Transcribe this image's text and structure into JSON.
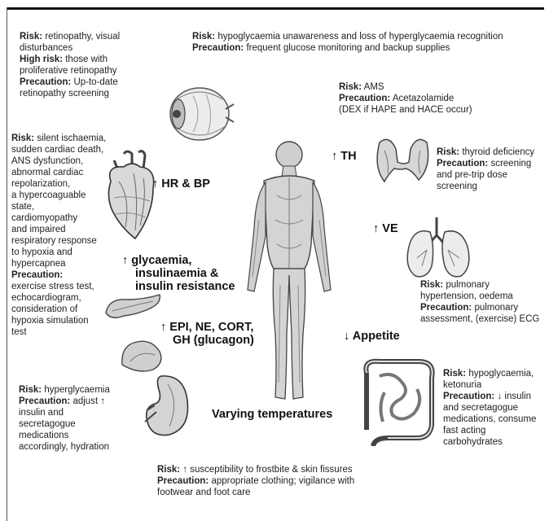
{
  "blocks": {
    "retina": {
      "lines": [
        {
          "b": "Risk:",
          "t": " retinopathy, visual"
        },
        {
          "b": "",
          "t": "disturbances"
        },
        {
          "b": "High risk:",
          "t": " those with"
        },
        {
          "b": "",
          "t": "proliferative retinopathy"
        },
        {
          "b": "Precaution:",
          "t": " Up-to-date"
        },
        {
          "b": "",
          "t": "retinopathy screening"
        }
      ]
    },
    "hypo": {
      "lines": [
        {
          "b": "Risk:",
          "t": " hypoglycaemia unawareness and loss of hyperglycaemia recognition"
        },
        {
          "b": "Precaution:",
          "t": " frequent glucose monitoring and backup supplies"
        }
      ]
    },
    "ams": {
      "lines": [
        {
          "b": "Risk:",
          "t": " AMS"
        },
        {
          "b": "Precaution:",
          "t": " Acetazolamide"
        },
        {
          "b": "",
          "t": "(DEX if HAPE and HACE occur)"
        }
      ]
    },
    "cardiac": {
      "lines": [
        {
          "b": "Risk:",
          "t": " silent ischaemia,"
        },
        {
          "b": "",
          "t": "sudden cardiac death,"
        },
        {
          "b": "",
          "t": "ANS dysfunction,"
        },
        {
          "b": "",
          "t": "abnormal cardiac"
        },
        {
          "b": "",
          "t": "repolarization,"
        },
        {
          "b": "",
          "t": "a hypercoaguable"
        },
        {
          "b": "",
          "t": "state,"
        },
        {
          "b": "",
          "t": "cardiomyopathy"
        },
        {
          "b": "",
          "t": "and impaired"
        },
        {
          "b": "",
          "t": "respiratory response"
        },
        {
          "b": "",
          "t": "to hypoxia and"
        },
        {
          "b": "",
          "t": "hypercapnea"
        },
        {
          "b": "Precaution:",
          "t": ""
        },
        {
          "b": "",
          "t": "exercise stress test,"
        },
        {
          "b": "",
          "t": "echocardiogram,"
        },
        {
          "b": "",
          "t": "consideration of"
        },
        {
          "b": "",
          "t": "hypoxia simulation"
        },
        {
          "b": "",
          "t": "test"
        }
      ]
    },
    "thyroid": {
      "lines": [
        {
          "b": "Risk:",
          "t": " thyroid deficiency"
        },
        {
          "b": "Precaution:",
          "t": " screening"
        },
        {
          "b": "",
          "t": "and pre-trip dose"
        },
        {
          "b": "",
          "t": "screening"
        }
      ]
    },
    "pulmonary": {
      "lines": [
        {
          "b": "Risk:",
          "t": " pulmonary"
        },
        {
          "b": "",
          "t": "hypertension, oedema"
        },
        {
          "b": "Precaution:",
          "t": " pulmonary"
        },
        {
          "b": "",
          "t": "assessment, (exercise) ECG"
        }
      ]
    },
    "hyper": {
      "lines": [
        {
          "b": "Risk:",
          "t": " hyperglycaemia"
        },
        {
          "b": "Precaution:",
          "t": " adjust ↑"
        },
        {
          "b": "",
          "t": "insulin and"
        },
        {
          "b": "",
          "t": "secretagogue"
        },
        {
          "b": "",
          "t": "medications"
        },
        {
          "b": "",
          "t": "accordingly, hydration"
        }
      ]
    },
    "gut": {
      "lines": [
        {
          "b": "Risk:",
          "t": " hypoglycaemia,"
        },
        {
          "b": "",
          "t": "ketonuria"
        },
        {
          "b": "Precaution:",
          "t": " ↓ insulin"
        },
        {
          "b": "",
          "t": "and secretagogue"
        },
        {
          "b": "",
          "t": "medications, consume"
        },
        {
          "b": "",
          "t": "fast acting"
        },
        {
          "b": "",
          "t": "carbohydrates"
        }
      ]
    },
    "frost": {
      "lines": [
        {
          "b": "Risk:",
          "t": " ↑ susceptibility to frostbite & skin fissures"
        },
        {
          "b": "Precaution:",
          "t": " appropriate clothing; vigilance with"
        },
        {
          "b": "",
          "t": "footwear and foot care"
        }
      ]
    }
  },
  "labels": {
    "hrbp": "↑ HR & BP",
    "th": "↑ TH",
    "ve": "↑ VE",
    "gly1": "↑ glycaemia,",
    "gly2": "insulinaemia &",
    "gly3": "insulin resistance",
    "epi1": "↑ EPI, NE, CORT,",
    "epi2": "GH (glucagon)",
    "appetite": "↓ Appetite",
    "temp": "Varying temperatures"
  },
  "icons": [
    "eye-icon",
    "heart-icon",
    "thyroid-icon",
    "lungs-icon",
    "body-icon",
    "pancreas-icon",
    "liver-icon",
    "kidney-icon",
    "intestine-icon"
  ]
}
